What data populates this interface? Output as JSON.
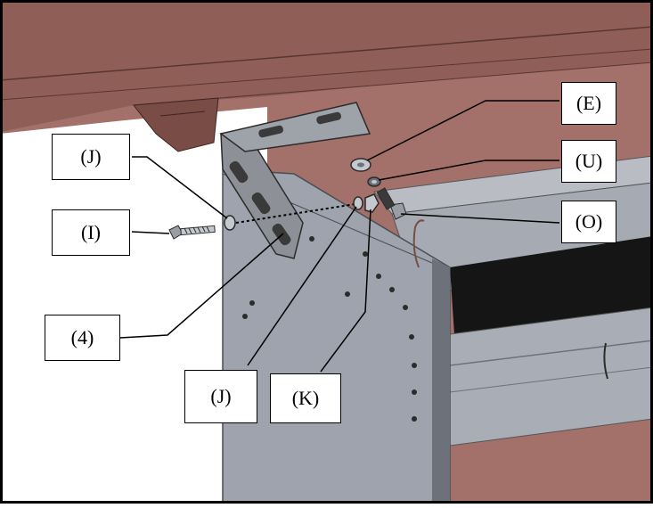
{
  "callouts": {
    "E": "(E)",
    "U": "(U)",
    "O": "(O)",
    "J_top": "(J)",
    "I": "(I)",
    "part4": "(4)",
    "J_bottom": "(J)",
    "K": "(K)"
  },
  "colors": {
    "ceiling": "#8e5e57",
    "ceiling_dark": "#6f4640",
    "wall_far": "#a3706a",
    "panel": "#9ea3ad",
    "panel_edge": "#6d7179",
    "frame_dark": "#2b2b2b",
    "steel": "#c5c8ce",
    "mesh": "#151515",
    "bracket": "#8d9097",
    "leader": "#000000"
  }
}
